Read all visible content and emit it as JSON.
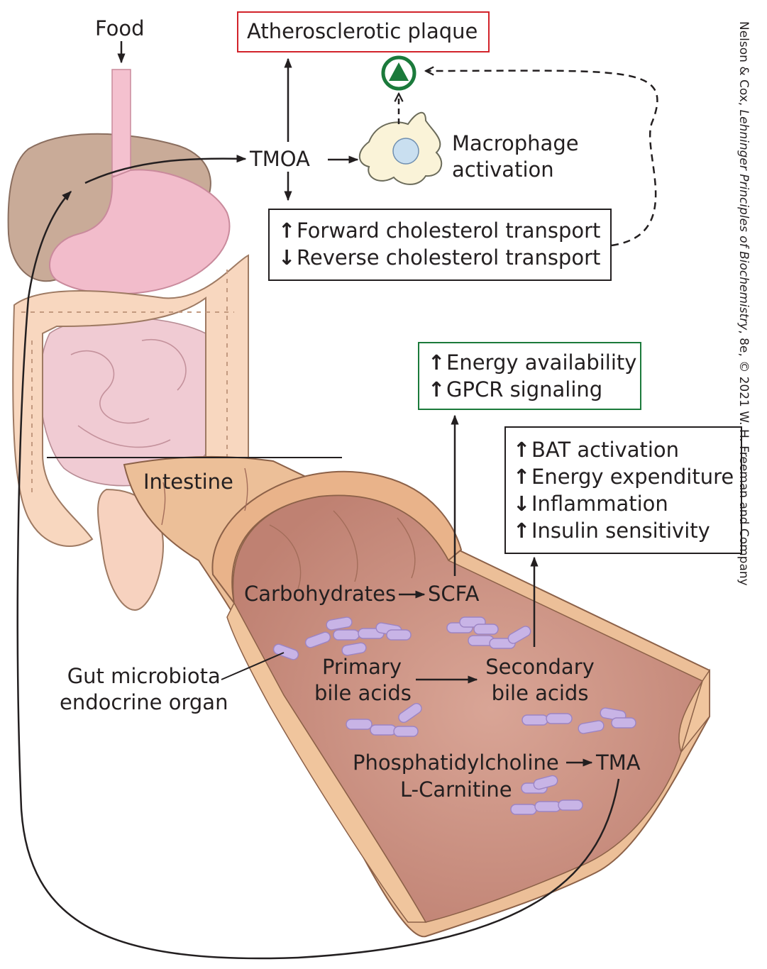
{
  "labels": {
    "food": "Food",
    "tmoa": "TMOA",
    "macrophage_line1": "Macrophage",
    "macrophage_line2": "activation",
    "intestine": "Intestine",
    "carbohydrates": "Carbohydrates",
    "scfa": "SCFA",
    "gut_line1": "Gut microbiota",
    "gut_line2": "endocrine organ",
    "primary_line1": "Primary",
    "primary_line2": "bile acids",
    "secondary_line1": "Secondary",
    "secondary_line2": "bile acids",
    "phosphatidylcholine": "Phosphatidylcholine",
    "carnitine": "L-Carnitine",
    "tma": "TMA"
  },
  "boxes": {
    "plaque": "Atherosclerotic plaque",
    "cholesterol": [
      {
        "arrow": "↑",
        "text": "Forward cholesterol transport"
      },
      {
        "arrow": "↓",
        "text": "Reverse cholesterol transport"
      }
    ],
    "energy": [
      {
        "arrow": "↑",
        "text": "Energy availability"
      },
      {
        "arrow": "↑",
        "text": "GPCR signaling"
      }
    ],
    "bat": [
      {
        "arrow": "↑",
        "text": "BAT activation"
      },
      {
        "arrow": "↑",
        "text": "Energy expenditure"
      },
      {
        "arrow": "↓",
        "text": "Inflammation"
      },
      {
        "arrow": "↑",
        "text": "Insulin sensitivity"
      }
    ]
  },
  "credit": {
    "prefix": "Nelson & Cox, ",
    "title": "Lehninger Principles of Biochemistry",
    "suffix": ", 8e, © 2021 W. H. Freeman and Company"
  },
  "colors": {
    "plaque_border": "#d2232a",
    "energy_border": "#1b7a3b",
    "bacteria": "#c8b4e6",
    "intestine_inner": "#c98f82",
    "intestine_wall": "#e9b98f"
  }
}
